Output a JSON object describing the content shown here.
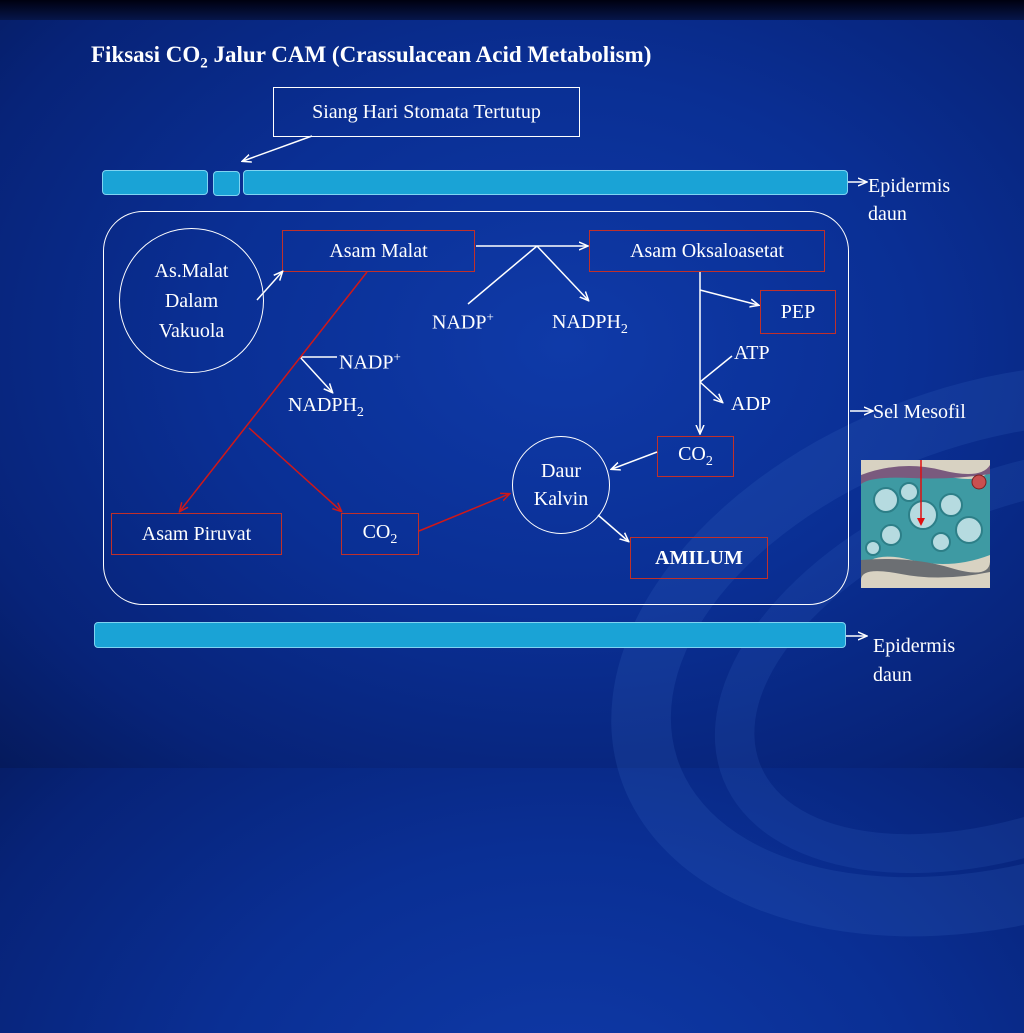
{
  "title": {
    "prefix": "Fiksasi CO",
    "sub": "2",
    "suffix": " Jalur CAM (Crassulacean Acid Metabolism)"
  },
  "stomata_label": "Siang Hari Stomata Tertutup",
  "epidermis_top": "Epidermis daun",
  "epidermis_bottom": "Epidermis daun",
  "sel_mesofil": "Sel Mesofil",
  "vacuole": {
    "line1": "As.Malat",
    "line2": "Dalam",
    "line3": "Vakuola"
  },
  "asam_malat": "Asam Malat",
  "asam_oksaloasetat": "Asam Oksaloasetat",
  "pep": "PEP",
  "nadp_right": {
    "text": "NADP",
    "sup": "+"
  },
  "nadph2_right": {
    "text": "NADPH",
    "sub": "2"
  },
  "nadp_left": {
    "text": "NADP",
    "sup": "+"
  },
  "nadph2_left": {
    "text": "NADPH",
    "sub": "2"
  },
  "atp": "ATP",
  "adp": "ADP",
  "co2_right": {
    "text": "CO",
    "sub": "2"
  },
  "co2_left": {
    "text": "CO",
    "sub": "2"
  },
  "daur_kalvin": {
    "line1": "Daur",
    "line2": "Kalvin"
  },
  "asam_piruvat": "Asam Piruvat",
  "amilum": "AMILUM",
  "colors": {
    "background": "#0a2f94",
    "bar": "#1aa3d6",
    "red_arrow": "#d01818",
    "white": "#ffffff"
  }
}
